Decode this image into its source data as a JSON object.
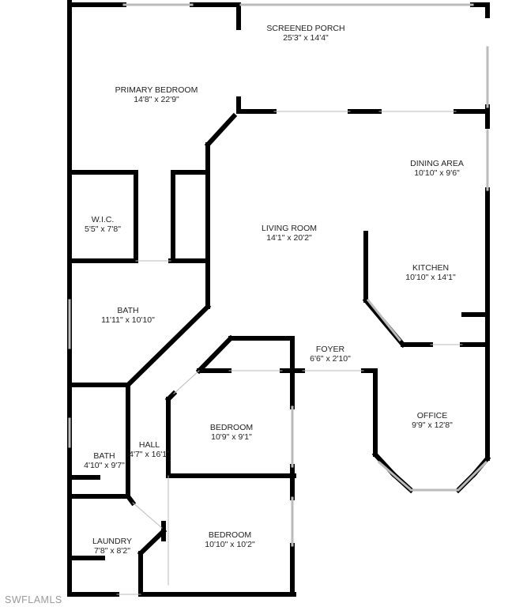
{
  "floorplan": {
    "rooms": [
      {
        "id": "screened-porch",
        "name": "SCREENED PORCH",
        "dims": "25'3\" x 14'4\""
      },
      {
        "id": "primary-bedroom",
        "name": "PRIMARY BEDROOM",
        "dims": "14'8\" x 22'9\""
      },
      {
        "id": "dining-area",
        "name": "DINING AREA",
        "dims": "10'10\" x 9'6\""
      },
      {
        "id": "wic",
        "name": "W.I.C.",
        "dims": "5'5\" x 7'8\""
      },
      {
        "id": "living-room",
        "name": "LIVING ROOM",
        "dims": "14'1\" x 20'2\""
      },
      {
        "id": "kitchen",
        "name": "KITCHEN",
        "dims": "10'10\" x 14'1\""
      },
      {
        "id": "bath-primary",
        "name": "BATH",
        "dims": "11'11\" x 10'10\""
      },
      {
        "id": "foyer",
        "name": "FOYER",
        "dims": "6'6\" x 2'10\""
      },
      {
        "id": "bedroom-2",
        "name": "BEDROOM",
        "dims": "10'9\" x 9'1\""
      },
      {
        "id": "office",
        "name": "OFFICE",
        "dims": "9'9\" x 12'8\""
      },
      {
        "id": "bath-2",
        "name": "BATH",
        "dims": "4'10\" x 9'7\""
      },
      {
        "id": "hall",
        "name": "HALL",
        "dims": "4'7\" x 16'1\""
      },
      {
        "id": "laundry",
        "name": "LAUNDRY",
        "dims": "7'8\" x 8'2\""
      },
      {
        "id": "bedroom-3",
        "name": "BEDROOM",
        "dims": "10'10\" x 10'2\""
      }
    ],
    "watermark": "SWFLAMLS",
    "colors": {
      "wall": "#000000",
      "background": "#ffffff",
      "label": "#222222",
      "window": "#9a9a9a"
    }
  }
}
